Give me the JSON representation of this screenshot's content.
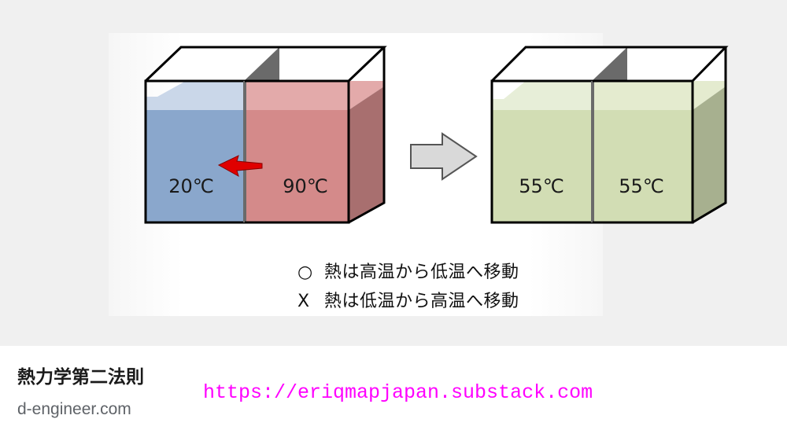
{
  "diagram": {
    "left_tank": {
      "left_temperature": "20℃",
      "right_temperature": "90℃"
    },
    "right_tank": {
      "left_temperature": "55℃",
      "right_temperature": "55℃"
    },
    "legend": [
      {
        "mark": "○",
        "text": "熱は高温から低温へ移動"
      },
      {
        "mark": "X",
        "text": "熱は低温から高温へ移動"
      }
    ],
    "colors": {
      "cold_water": "#8aa7cc",
      "hot_water": "#d48a8a",
      "mixed_water": "#d2ddb4",
      "heat_arrow": "#e00000",
      "process_arrow": "#d9d9d9"
    }
  },
  "caption": {
    "title": "熱力学第二法則",
    "source": "d-engineer.com",
    "url": "https://eriqmapjapan.substack.com"
  }
}
